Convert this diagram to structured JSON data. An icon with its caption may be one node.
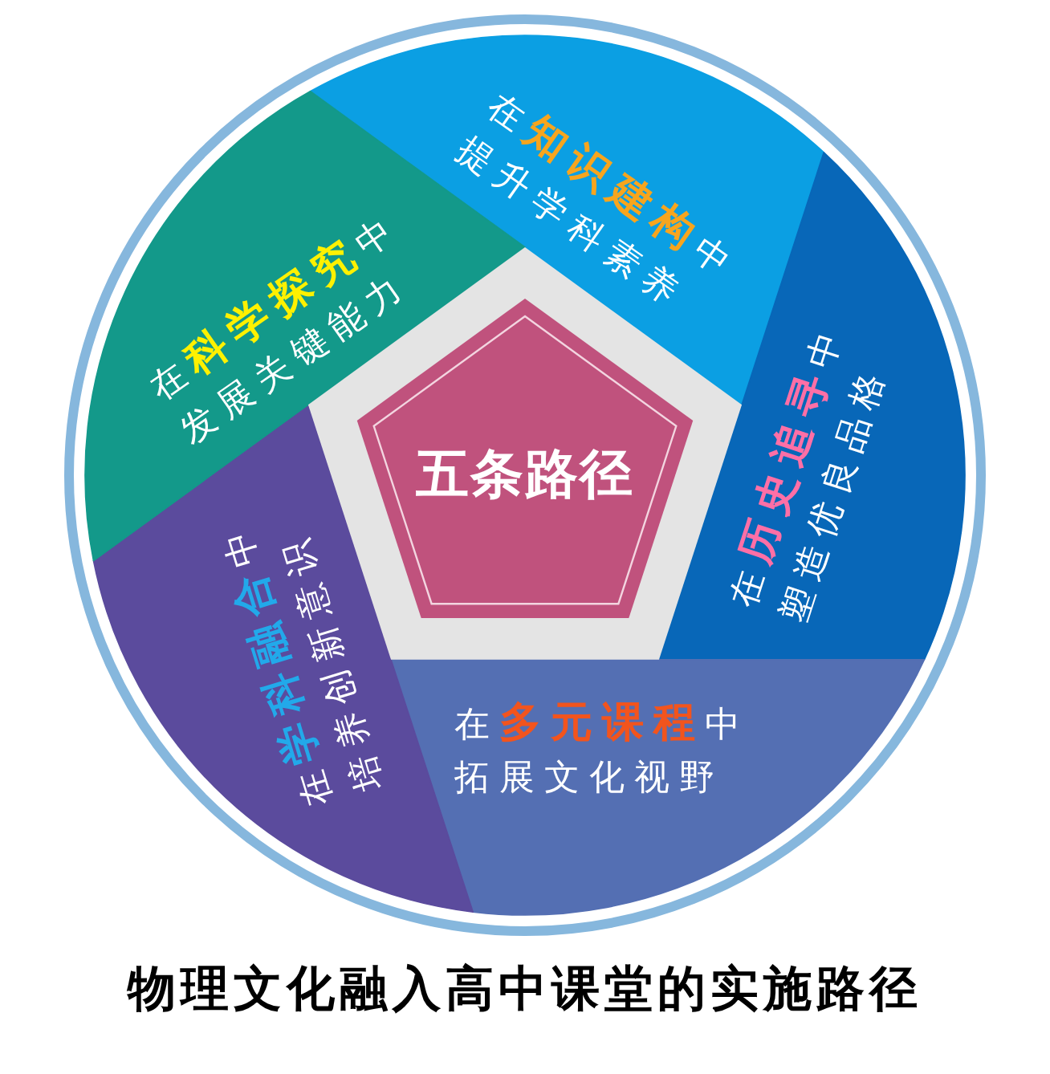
{
  "diagram": {
    "caption": "物理文化融入高中课堂的实施路径",
    "nodes": [
      {
        "text": [
          "五条路径"
        ]
      },
      {
        "text": [
          "在**知识建构**中提升学科素养"
        ]
      },
      {
        "text": [
          "在**历史追寻**中塑造优良品格"
        ]
      },
      {
        "text": [
          "在**多元课程**中拓展文化视野"
        ]
      },
      {
        "text": [
          "在**学科融合**中培养创新意识"
        ]
      },
      {
        "text": [
          "在**科学探究**中发展关键能力"
        ]
      }
    ]
  }
}
